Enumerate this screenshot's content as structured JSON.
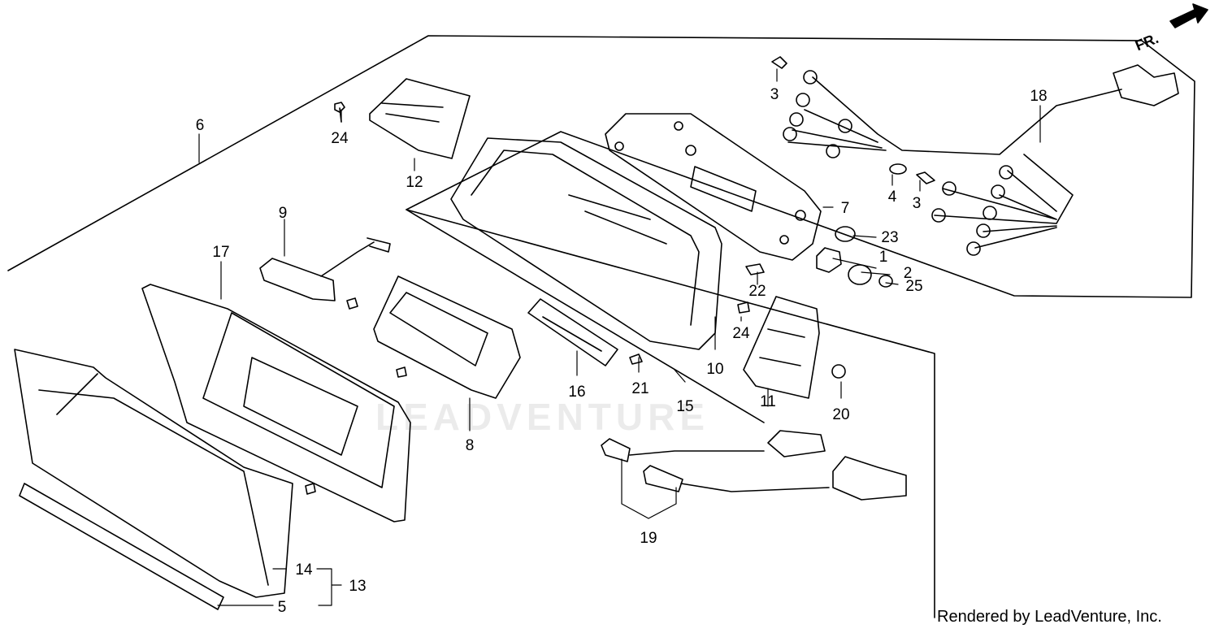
{
  "diagram": {
    "direction_label": "FR.",
    "watermark": "LEADVENTURE",
    "credit": "Rendered by LeadVenture, Inc.",
    "callouts": {
      "c1": "1",
      "c2": "2",
      "c3a": "3",
      "c3b": "3",
      "c4": "4",
      "c5": "5",
      "c6": "6",
      "c7": "7",
      "c8": "8",
      "c9": "9",
      "c10": "10",
      "c11": "11",
      "c12": "12",
      "c13": "13",
      "c14": "14",
      "c15": "15",
      "c16": "16",
      "c17": "17",
      "c18": "18",
      "c19": "19",
      "c20": "20",
      "c21": "21",
      "c22": "22",
      "c23": "23",
      "c24a": "24",
      "c24b": "24",
      "c25": "25"
    }
  }
}
